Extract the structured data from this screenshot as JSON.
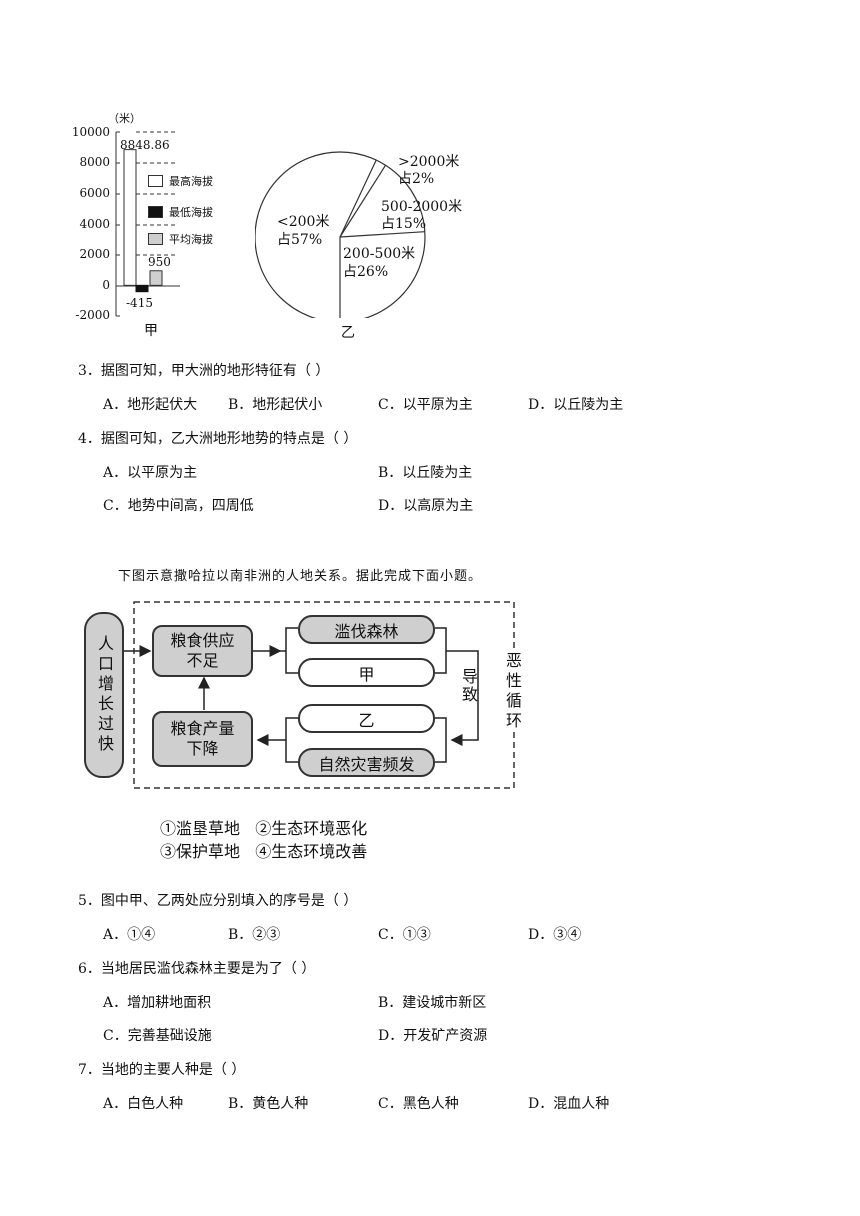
{
  "chart_jia": {
    "chart_data": {
      "type": "bar",
      "unit_label": "（米）",
      "categories": [
        "最高海拔",
        "最低海拔",
        "平均海拔"
      ],
      "values": [
        8848.86,
        -415,
        950
      ],
      "value_labels": [
        "8848.86",
        "-415",
        "950"
      ],
      "y_ticks": [
        "10000",
        "8000",
        "6000",
        "4000",
        "2000",
        "0",
        "-2000"
      ],
      "ylim": [
        -2000,
        10000
      ],
      "caption": "甲"
    }
  },
  "chart_yi": {
    "chart_data": {
      "type": "pie",
      "slices": [
        {
          "label": "<200米",
          "share_label": "占57%",
          "value": 57
        },
        {
          "label": ">2000米",
          "share_label": "占2%",
          "value": 2
        },
        {
          "label": "500-2000米",
          "share_label": "占15%",
          "value": 15
        },
        {
          "label": "200-500米",
          "share_label": "占26%",
          "value": 26
        }
      ],
      "caption": "乙"
    }
  },
  "q3": {
    "stem": "3．据图可知，甲大洲的地形特征有（    ）",
    "options": [
      "A．地形起伏大",
      "B．地形起伏小",
      "C．以平原为主",
      "D．以丘陵为主"
    ]
  },
  "q4": {
    "stem": "4．据图可知，乙大洲地形地势的特点是（    ）",
    "options": [
      "A．以平原为主",
      "B．以丘陵为主",
      "C．地势中间高，四周低",
      "D．以高原为主"
    ]
  },
  "intro": "下图示意撒哈拉以南非洲的人地关系。据此完成下面小题。",
  "diagram": {
    "left_box": "人口增长过快",
    "food_short": [
      "粮食供应",
      "不足"
    ],
    "food_drop": [
      "粮食产量",
      "下降"
    ],
    "deforest": "滥伐森林",
    "jia": "甲",
    "yi": "乙",
    "disaster": "自然灾害频发",
    "lead": "导致",
    "vicious": "恶性循环",
    "choices_line1": "①滥垦草地   ②生态环境恶化",
    "choices_line2": "③保护草地   ④生态环境改善"
  },
  "q5": {
    "stem": "5．图中甲、乙两处应分别填入的序号是（    ）",
    "options": [
      "A．①④",
      "B．②③",
      "C．①③",
      "D．③④"
    ]
  },
  "q6": {
    "stem": "6．当地居民滥伐森林主要是为了（    ）",
    "options": [
      "A．增加耕地面积",
      "B．建设城市新区",
      "C．完善基础设施",
      "D．开发矿产资源"
    ]
  },
  "q7": {
    "stem": "7．当地的主要人种是（    ）",
    "options": [
      "A．白色人种",
      "B．黄色人种",
      "C．黑色人种",
      "D．混血人种"
    ]
  }
}
